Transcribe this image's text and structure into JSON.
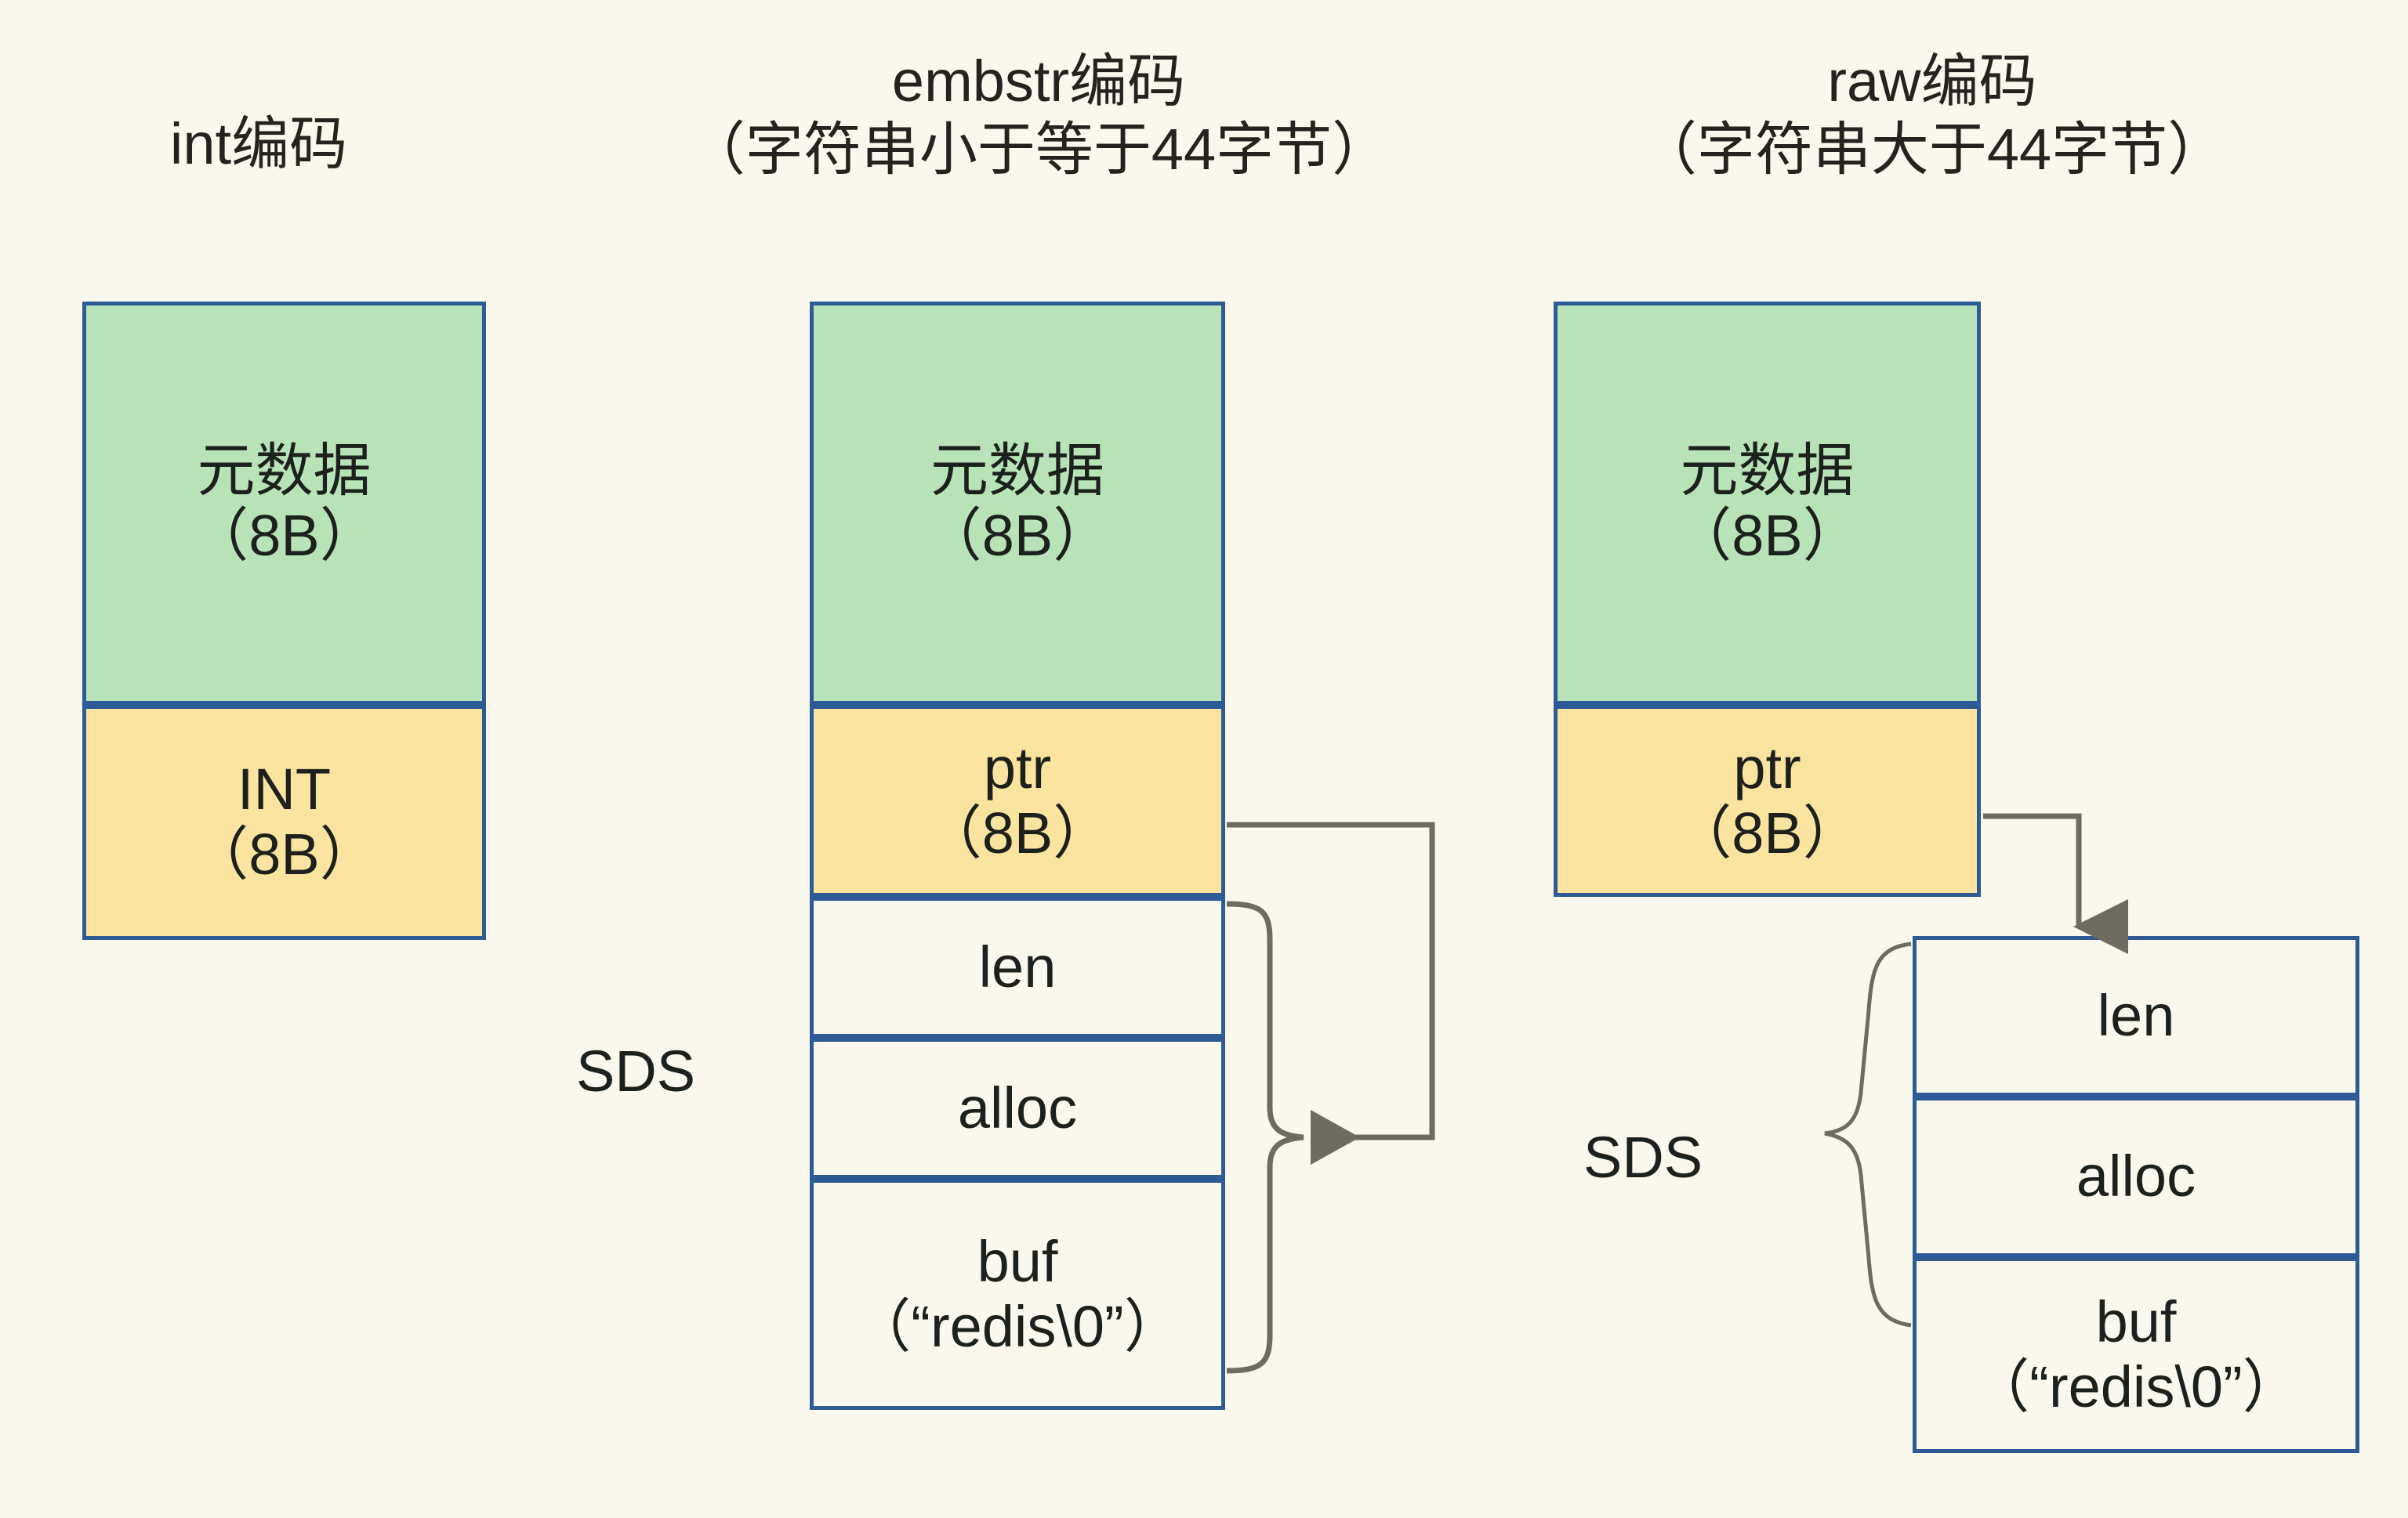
{
  "canvas": {
    "background": "#faf8ec",
    "border_color": "#2d5b96",
    "green_fill": "#b8e3b9",
    "yellow_fill": "#fbe3a0",
    "wire_color": "#6e6b62"
  },
  "columns": [
    {
      "id": "int",
      "title_line1": "int编码",
      "title_line2": "",
      "cells": [
        {
          "name": "metadata",
          "label": "元数据",
          "sub": "（8B）",
          "fill": "green"
        },
        {
          "name": "int-value",
          "label": "INT",
          "sub": "（8B）",
          "fill": "yellow"
        }
      ]
    },
    {
      "id": "embstr",
      "title_line1": "embstr编码",
      "title_line2": "（字符串小于等于44字节）",
      "sds_label": "SDS",
      "cells": [
        {
          "name": "metadata",
          "label": "元数据",
          "sub": "（8B）",
          "fill": "green"
        },
        {
          "name": "ptr",
          "label": "ptr",
          "sub": "（8B）",
          "fill": "yellow"
        },
        {
          "name": "len",
          "label": "len",
          "sub": "",
          "fill": "plain"
        },
        {
          "name": "alloc",
          "label": "alloc",
          "sub": "",
          "fill": "plain"
        },
        {
          "name": "buf",
          "label": "buf",
          "sub": "（“redis\\0”）",
          "fill": "plain"
        }
      ]
    },
    {
      "id": "raw",
      "title_line1": "raw编码",
      "title_line2": "（字符串大于44字节）",
      "sds_label": "SDS",
      "cells": [
        {
          "name": "metadata",
          "label": "元数据",
          "sub": "（8B）",
          "fill": "green"
        },
        {
          "name": "ptr",
          "label": "ptr",
          "sub": "（8B）",
          "fill": "yellow"
        },
        {
          "name": "len",
          "label": "len",
          "sub": "",
          "fill": "plain"
        },
        {
          "name": "alloc",
          "label": "alloc",
          "sub": "",
          "fill": "plain"
        },
        {
          "name": "buf",
          "label": "buf",
          "sub": "（“redis\\0”）",
          "fill": "plain"
        }
      ]
    }
  ]
}
